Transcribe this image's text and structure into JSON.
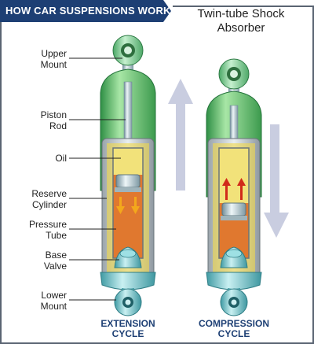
{
  "header": {
    "title": "HOW CAR SUSPENSIONS WORK",
    "subtitle_line1": "Twin-tube Shock",
    "subtitle_line2": "Absorber"
  },
  "labels": {
    "upper_mount": [
      "Upper",
      "Mount"
    ],
    "piston_rod": [
      "Piston",
      "Rod"
    ],
    "oil": "Oil",
    "reserve_cylinder": [
      "Reserve",
      "Cylinder"
    ],
    "pressure_tube": [
      "Pressure",
      "Tube"
    ],
    "base_valve": [
      "Base",
      "Valve"
    ],
    "lower_mount": [
      "Lower",
      "Mount"
    ]
  },
  "captions": {
    "extension": [
      "EXTENSION",
      "CYCLE"
    ],
    "compression": [
      "COMPRESSION",
      "CYCLE"
    ]
  },
  "colors": {
    "header_bg": "#1d3f74",
    "outer_shell": "#5fbf6a",
    "oil": "#f2d94a",
    "pressure_fluid": "#e0782f",
    "chrome": "#bcd3dc",
    "mount": "#8fd0a0",
    "arrow": "#c9cde0",
    "flow_arrow_extension": "#f3a81c",
    "flow_arrow_compression": "#d12a1a"
  }
}
